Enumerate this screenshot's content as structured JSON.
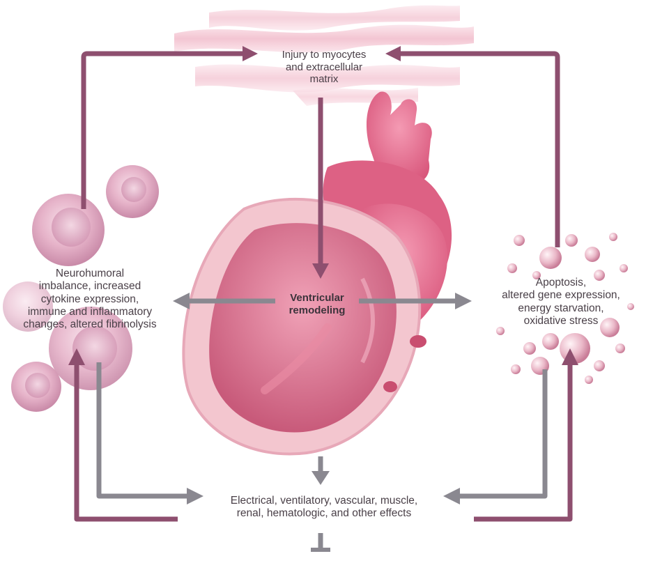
{
  "colors": {
    "plum_arrow": "#8e4f6f",
    "gray_arrow": "#8a8890",
    "heart_pink": "#e66c8c",
    "text": "#4a4048"
  },
  "labels": {
    "injury": [
      "Injury to myocytes",
      "and extracellular",
      "matrix"
    ],
    "neurohumoral": [
      "Neurohumoral",
      "imbalance, increased",
      "cytokine expression,",
      "immune and inflammatory",
      "changes, altered fibrinolysis"
    ],
    "apoptosis": [
      "Apoptosis,",
      "altered gene expression,",
      "energy starvation,",
      "oxidative stress"
    ],
    "remodeling": [
      "Ventricular",
      "remodeling"
    ],
    "effects": [
      "Electrical, ventilatory, vascular, muscle,",
      "renal, hematologic, and other effects"
    ]
  }
}
